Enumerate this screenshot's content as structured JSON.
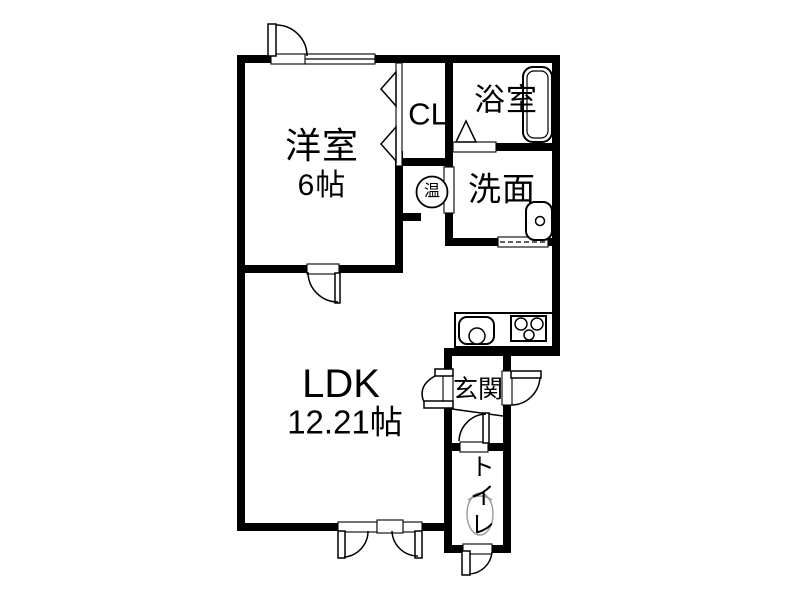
{
  "floorplan": {
    "background_color": "#ffffff",
    "wall_color": "#000000",
    "fixture_line_color": "#000000",
    "toilet_bowl_color": "#999999",
    "rooms": {
      "western_room": {
        "label": "洋室",
        "size": "6帖"
      },
      "closet": {
        "label": "CL"
      },
      "bathroom": {
        "label": "浴室"
      },
      "washroom": {
        "label": "洗面"
      },
      "water_heater": {
        "label": "温"
      },
      "ldk": {
        "label": "LDK",
        "size": "12.21帖"
      },
      "entrance": {
        "label": "玄関"
      },
      "toilet": {
        "label": "トイレ"
      }
    }
  }
}
